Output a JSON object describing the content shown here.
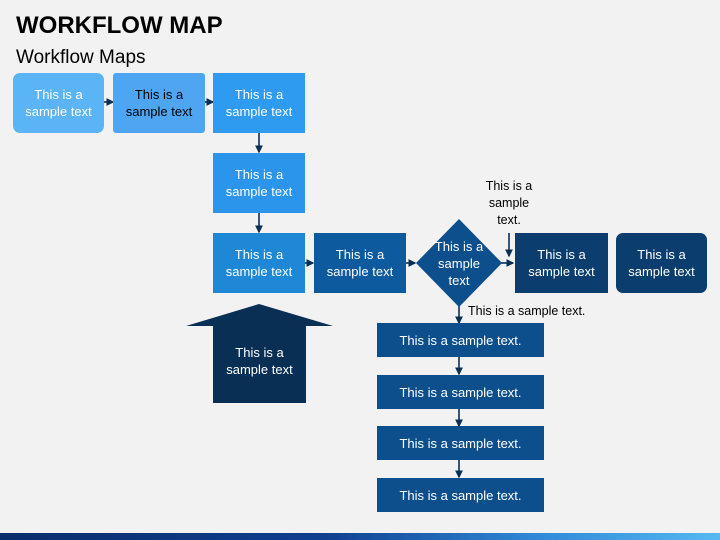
{
  "header": {
    "title": "WORKFLOW MAP",
    "subtitle": "Workflow Maps"
  },
  "boxes": {
    "b1": "This is a sample text",
    "b2": "This is a sample text",
    "b3": "This is a sample text",
    "b4": "This is a sample text",
    "b5": "This is a sample text",
    "b6": "This is a sample text",
    "decision": "This is a sample text",
    "b7": "This is a sample text",
    "b8": "This is a sample text",
    "arrow_block": "This is a sample text"
  },
  "annotations": {
    "top_note": "This is a sample text.",
    "side_note": "This is a sample text."
  },
  "steps": [
    "This is a sample text.",
    "This is a sample text.",
    "This is a sample text.",
    "This is a sample text."
  ],
  "colors": {
    "light_blue": "#5ab4f5",
    "mid_blue": "#2e9bf0",
    "medium_blue": "#1e88d6",
    "navy": "#0d4f8d",
    "dark_navy": "#0b3d6e",
    "arrow_block": "#0a2f55"
  }
}
